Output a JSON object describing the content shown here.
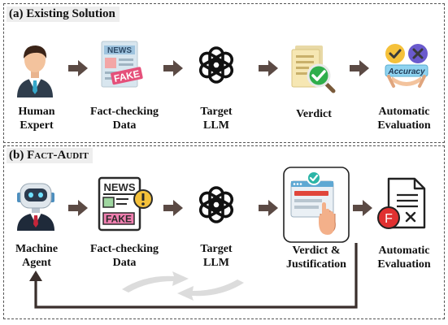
{
  "panel_a": {
    "label": "(a) Existing Solution",
    "steps": [
      {
        "lines": [
          "Human",
          "Expert"
        ],
        "icon": "human-expert-icon"
      },
      {
        "lines": [
          "Fact-checking",
          "Data"
        ],
        "icon": "fake-news-newspaper-icon"
      },
      {
        "lines": [
          "Target",
          "LLM"
        ],
        "icon": "openai-logo-icon"
      },
      {
        "lines": [
          "Verdict"
        ],
        "icon": "verdict-document-check-icon"
      },
      {
        "lines": [
          "Automatic",
          "Evaluation"
        ],
        "icon": "accuracy-badge-icon"
      }
    ]
  },
  "panel_b": {
    "label_prefix": "(b) ",
    "label_name": "Fact-Audit",
    "steps": [
      {
        "lines": [
          "Machine",
          "Agent"
        ],
        "icon": "robot-agent-icon"
      },
      {
        "lines": [
          "Fact-checking",
          "Data"
        ],
        "icon": "fake-news-alert-icon"
      },
      {
        "lines": [
          "Target",
          "LLM"
        ],
        "icon": "openai-logo-icon"
      },
      {
        "lines": [
          "Verdict &",
          "Justification"
        ],
        "icon": "web-justification-hand-icon"
      },
      {
        "lines": [
          "Automatic",
          "Evaluation"
        ],
        "icon": "evaluation-document-icon"
      }
    ]
  },
  "icon_text": {
    "news": "NEWS",
    "fake": "FAKE",
    "accuracy": "Accuracy",
    "f_mark": "F"
  },
  "colors": {
    "arrow": "#5b4a44",
    "feedback_line": "#3a2f2c",
    "border": "#555555",
    "title_bg": "#eeeeee",
    "check_green": "#2fae4b",
    "accuracy_yellow": "#f5c13a",
    "accuracy_purple": "#6a5acd",
    "fake_pink": "#e5507a",
    "f_red": "#e03131"
  }
}
